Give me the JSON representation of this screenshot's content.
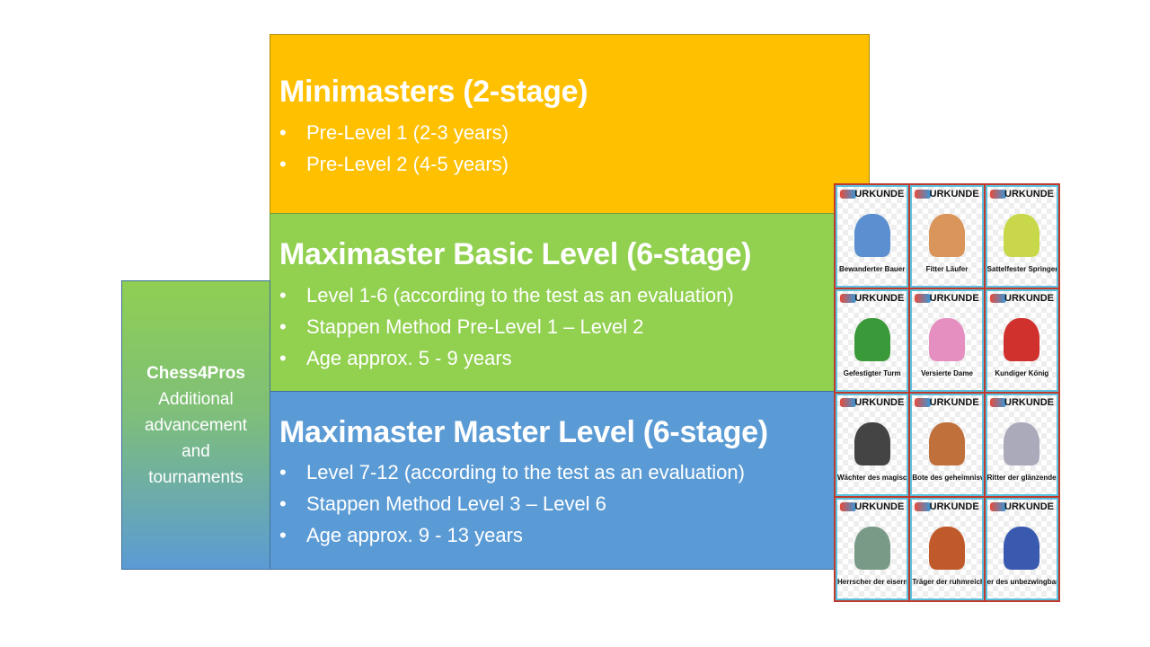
{
  "minimasters": {
    "title": "Minimasters (2-stage)",
    "bullets": [
      "Pre-Level 1 (2-3 years)",
      "Pre-Level 2 (4-5 years)"
    ]
  },
  "basic": {
    "title": "Maximaster Basic Level (6-stage)",
    "bullets": [
      "Level 1-6 (according to the test as an evaluation)",
      "Stappen Method Pre-Level 1 – Level 2",
      "Age approx. 5 - 9 years"
    ]
  },
  "master": {
    "title": "Maximaster Master Level (6-stage)",
    "bullets": [
      "Level 7-12 (according to the test as an evaluation)",
      "Stappen Method Level 3 – Level 6",
      "Age approx. 9 - 13 years"
    ]
  },
  "side": {
    "title": "Chess4Pros",
    "lines": [
      "Additional",
      "advancement",
      "and",
      "tournaments"
    ]
  },
  "bullet_char": "•",
  "colors": {
    "minimasters": "#FFC000",
    "basic": "#92D050",
    "master": "#5B9BD5"
  },
  "certificates": {
    "heading": "URKUNDE",
    "names": [
      "Bewanderter Bauer",
      "Fitter Läufer",
      "Sattelfester Springer",
      "Gefestigter Turm",
      "Versierte Dame",
      "Kundiger König",
      "Wächter des magischen Pfades",
      "Bote des geheimnisvollen Siegels",
      "Ritter der glänzenden Lanze",
      "Herrscher der eisernen Zinnen",
      "Träger der ruhmreichen Krone",
      "er des unbezwingbaren Kreuzes"
    ]
  }
}
